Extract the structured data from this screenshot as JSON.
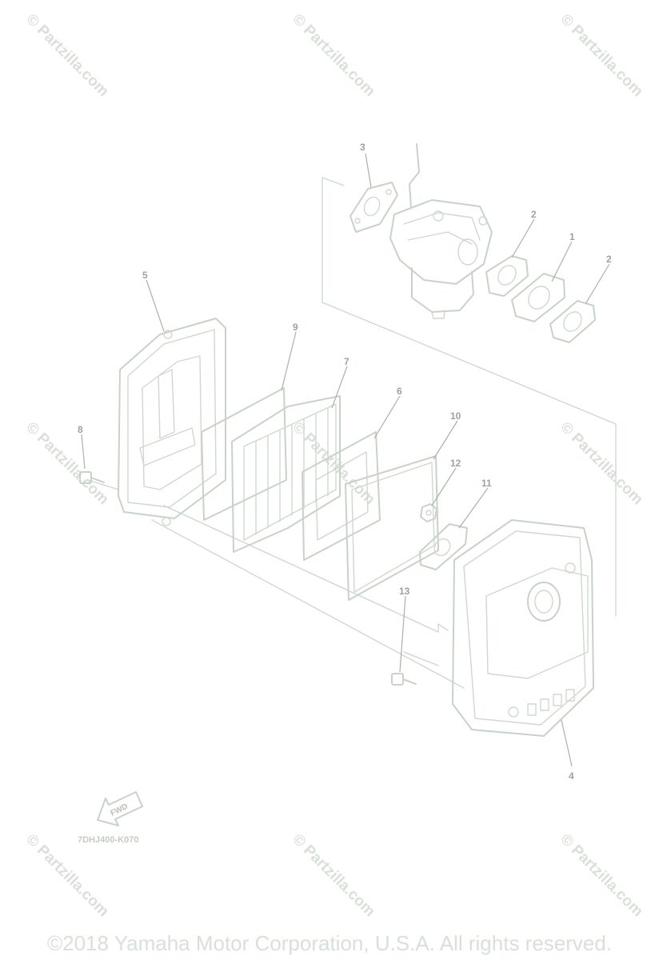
{
  "diagram": {
    "code": "7DHJ400-K070",
    "fwd_label": "FWD"
  },
  "parts": [
    {
      "id": "part-1",
      "label": "1"
    },
    {
      "id": "part-2a",
      "label": "2"
    },
    {
      "id": "part-2b",
      "label": "2"
    },
    {
      "id": "part-3",
      "label": "3"
    },
    {
      "id": "part-4",
      "label": "4"
    },
    {
      "id": "part-5",
      "label": "5"
    },
    {
      "id": "part-6",
      "label": "6"
    },
    {
      "id": "part-7",
      "label": "7"
    },
    {
      "id": "part-8",
      "label": "8"
    },
    {
      "id": "part-9",
      "label": "9"
    },
    {
      "id": "part-10",
      "label": "10"
    },
    {
      "id": "part-11",
      "label": "11"
    },
    {
      "id": "part-12",
      "label": "12"
    },
    {
      "id": "part-13",
      "label": "13"
    }
  ],
  "watermark": {
    "text": "© Partzilla.com"
  },
  "footer": {
    "copyright": "©2018 Yamaha Motor Corporation, U.S.A. All rights reserved."
  }
}
